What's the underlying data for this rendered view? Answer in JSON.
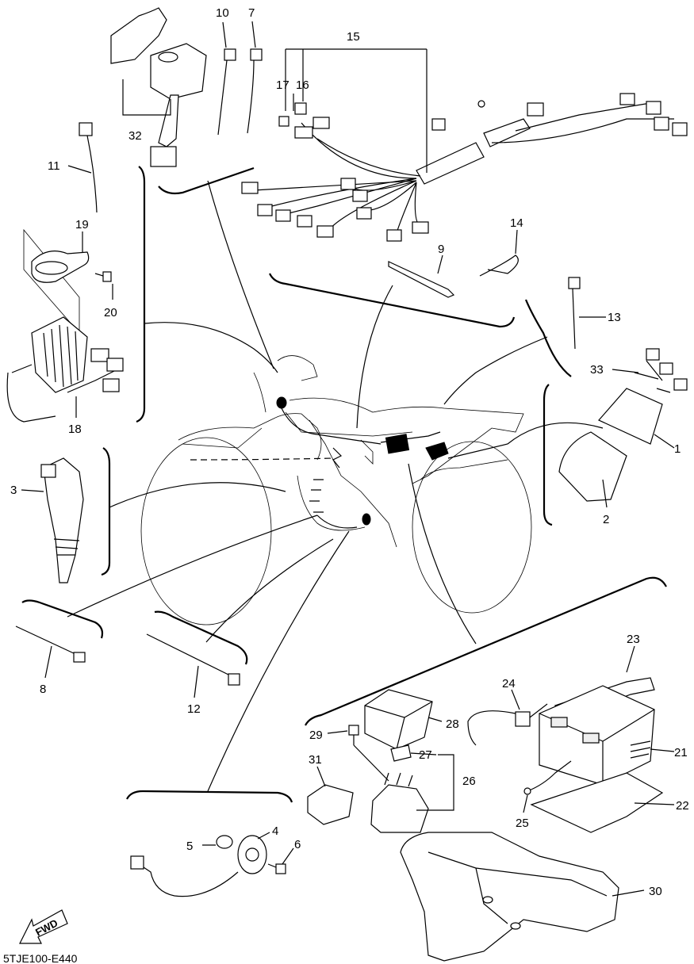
{
  "diagram": {
    "callouts": [
      {
        "id": "c10",
        "text": "10"
      },
      {
        "id": "c7",
        "text": "7"
      },
      {
        "id": "c15",
        "text": "15"
      },
      {
        "id": "c17",
        "text": "17"
      },
      {
        "id": "c16",
        "text": "16"
      },
      {
        "id": "c32",
        "text": "32"
      },
      {
        "id": "c11",
        "text": "11"
      },
      {
        "id": "c19",
        "text": "19"
      },
      {
        "id": "c20",
        "text": "20"
      },
      {
        "id": "c18",
        "text": "18"
      },
      {
        "id": "c14",
        "text": "14"
      },
      {
        "id": "c9",
        "text": "9"
      },
      {
        "id": "c13",
        "text": "13"
      },
      {
        "id": "c33",
        "text": "33"
      },
      {
        "id": "c1",
        "text": "1"
      },
      {
        "id": "c2",
        "text": "2"
      },
      {
        "id": "c3",
        "text": "3"
      },
      {
        "id": "c8",
        "text": "8"
      },
      {
        "id": "c12",
        "text": "12"
      },
      {
        "id": "c23",
        "text": "23"
      },
      {
        "id": "c24",
        "text": "24"
      },
      {
        "id": "c28",
        "text": "28"
      },
      {
        "id": "c29",
        "text": "29"
      },
      {
        "id": "c27",
        "text": "27"
      },
      {
        "id": "c26",
        "text": "26"
      },
      {
        "id": "c21",
        "text": "21"
      },
      {
        "id": "c31",
        "text": "31"
      },
      {
        "id": "c22",
        "text": "22"
      },
      {
        "id": "c25",
        "text": "25"
      },
      {
        "id": "c5",
        "text": "5"
      },
      {
        "id": "c4",
        "text": "4"
      },
      {
        "id": "c6",
        "text": "6"
      },
      {
        "id": "c30",
        "text": "30"
      }
    ],
    "fwd_label": "FWD",
    "figure_code": "5TJE100-E440"
  }
}
